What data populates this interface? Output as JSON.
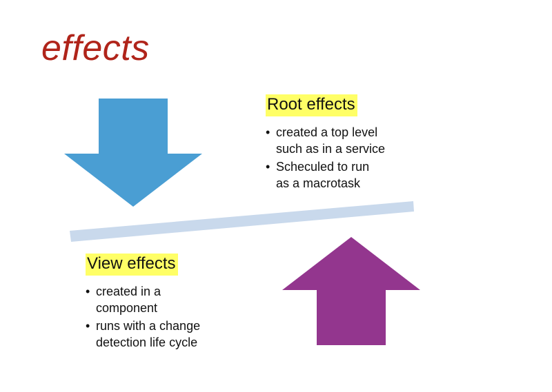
{
  "slide": {
    "title": "effects"
  },
  "root_effects": {
    "heading": "Root effects",
    "bullets": [
      "created a top level\nsuch as in a service",
      "Scheculed to run\nas a macrotask"
    ]
  },
  "view_effects": {
    "heading": "View effects",
    "bullets": [
      "created in a\ncomponent",
      "runs with a change\ndetection life cycle"
    ]
  },
  "bullet_glyph": "•",
  "colors": {
    "title": "#b0241a",
    "down_arrow": "#4a9ed3",
    "up_arrow": "#93368e",
    "divider": "#c9d9ec",
    "highlight": "#ffff66"
  }
}
